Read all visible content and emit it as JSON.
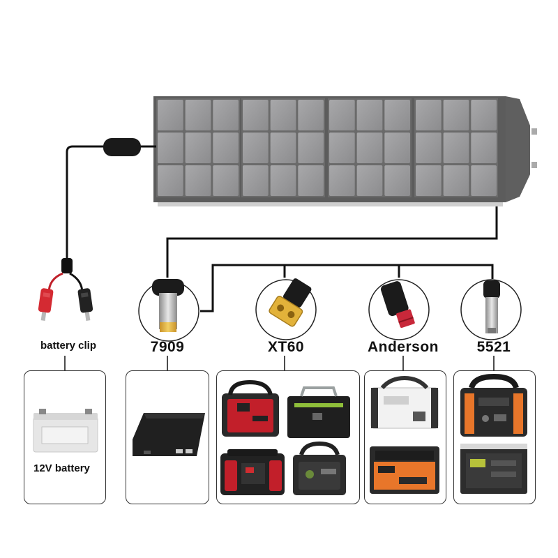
{
  "labels": {
    "battery_clip": "battery clip",
    "battery": "12V battery",
    "connectors": [
      "7909",
      "XT60",
      "Anderson",
      "5521"
    ]
  },
  "colors": {
    "panel_frame": "#6e6e6e",
    "panel_cell": "#9a9a9a",
    "cable": "#111111",
    "connector_gold": "#e2b23a",
    "anderson_red": "#c8283a",
    "station_orange": "#e8762a",
    "station_red": "#c21f2a"
  }
}
